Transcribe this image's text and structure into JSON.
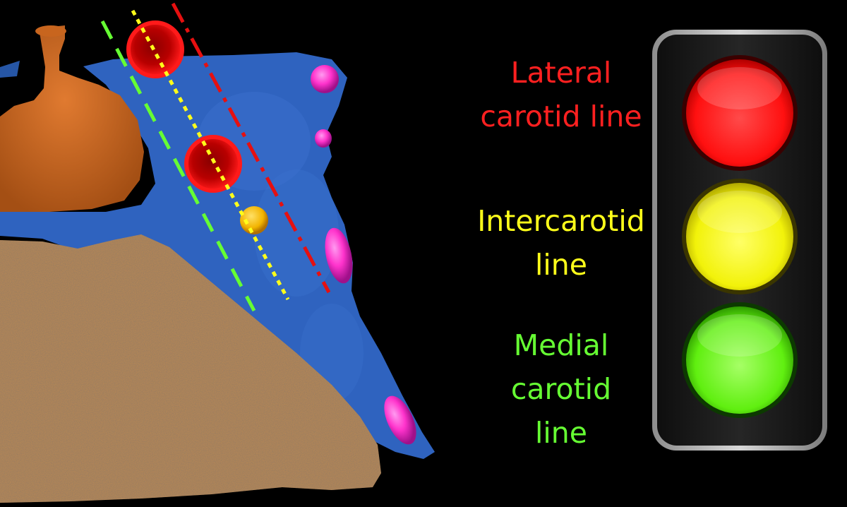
{
  "labels": {
    "lateral": {
      "line1": "Lateral",
      "line2": "carotid line",
      "color": "#ff2020"
    },
    "intercarotid": {
      "line1": "Intercarotid",
      "line2": "line",
      "color": "#ffff1a"
    },
    "medial": {
      "line1": "Medial",
      "line2": "carotid",
      "line3": "line",
      "color": "#66ff33"
    }
  },
  "colors": {
    "background": "#000000",
    "sinus": "#2a5fb8",
    "bone": "#b08558",
    "pituitary": "#c8651e",
    "carotid": "#e61010",
    "lymph_node": "#ff33cc",
    "small_node": "#f2b400",
    "lamp_red": "#ff1a1a",
    "lamp_yellow": "#ffff1a",
    "lamp_green": "#66ff1a",
    "housing": "#1a1a1a"
  },
  "icons": {
    "traffic_light": "traffic-light-icon"
  }
}
